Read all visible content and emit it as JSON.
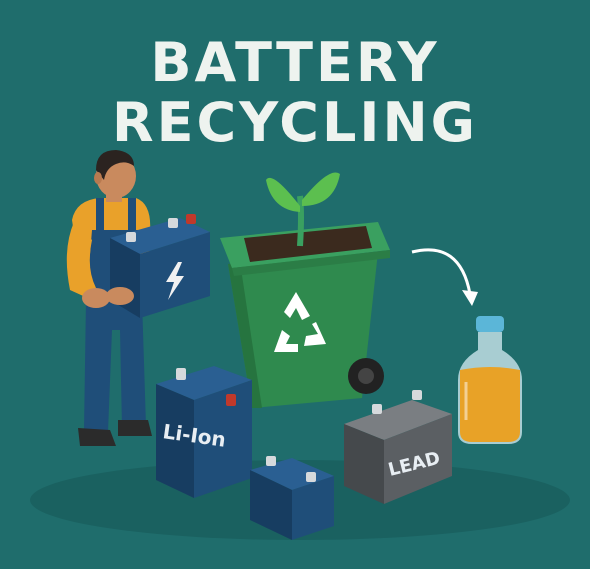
{
  "title": {
    "line1": "BATTERY",
    "line2": "RECYCLING"
  },
  "labels": {
    "liion": "Li-Ion",
    "lead": "LEAD"
  },
  "icons": {
    "recycle": "recycle-icon",
    "bolt": "lightning-bolt-icon",
    "arrow": "curved-arrow-icon",
    "sprout": "sprout-icon"
  },
  "colors": {
    "background": "#1f6d6c",
    "bin": "#2f8a4e",
    "battery_blue": "#1f4e79",
    "battery_gray": "#5b5f63",
    "liquid": "#e8a227",
    "worker_shirt": "#e9a12a",
    "worker_overalls": "#1f4e79"
  }
}
